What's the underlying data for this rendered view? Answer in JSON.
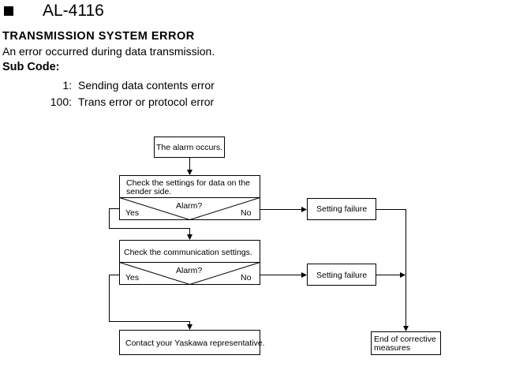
{
  "header": {
    "alarm_code": "AL-4116",
    "error_title": "TRANSMISSION SYSTEM ERROR",
    "error_description": "An error occurred during data transmission.",
    "sub_code_heading": "Sub Code:"
  },
  "sub_codes": [
    {
      "code": "1:",
      "text": "Sending data contents error"
    },
    {
      "code": "100:",
      "text": "Trans error or protocol error"
    }
  ],
  "flowchart": {
    "start": "The alarm occurs.",
    "step1_line1": "Check the settings for data on the",
    "step1_line2": "sender side.",
    "decision1": "Alarm?",
    "decision1_yes": "Yes",
    "decision1_no": "No",
    "failure1": "Setting failure",
    "step2": "Check the communication settings.",
    "decision2": "Alarm?",
    "decision2_yes": "Yes",
    "decision2_no": "No",
    "failure2": "Setting failure",
    "contact": "Contact your Yaskawa representative.",
    "end_line1": "End of corrective",
    "end_line2": "measures"
  }
}
